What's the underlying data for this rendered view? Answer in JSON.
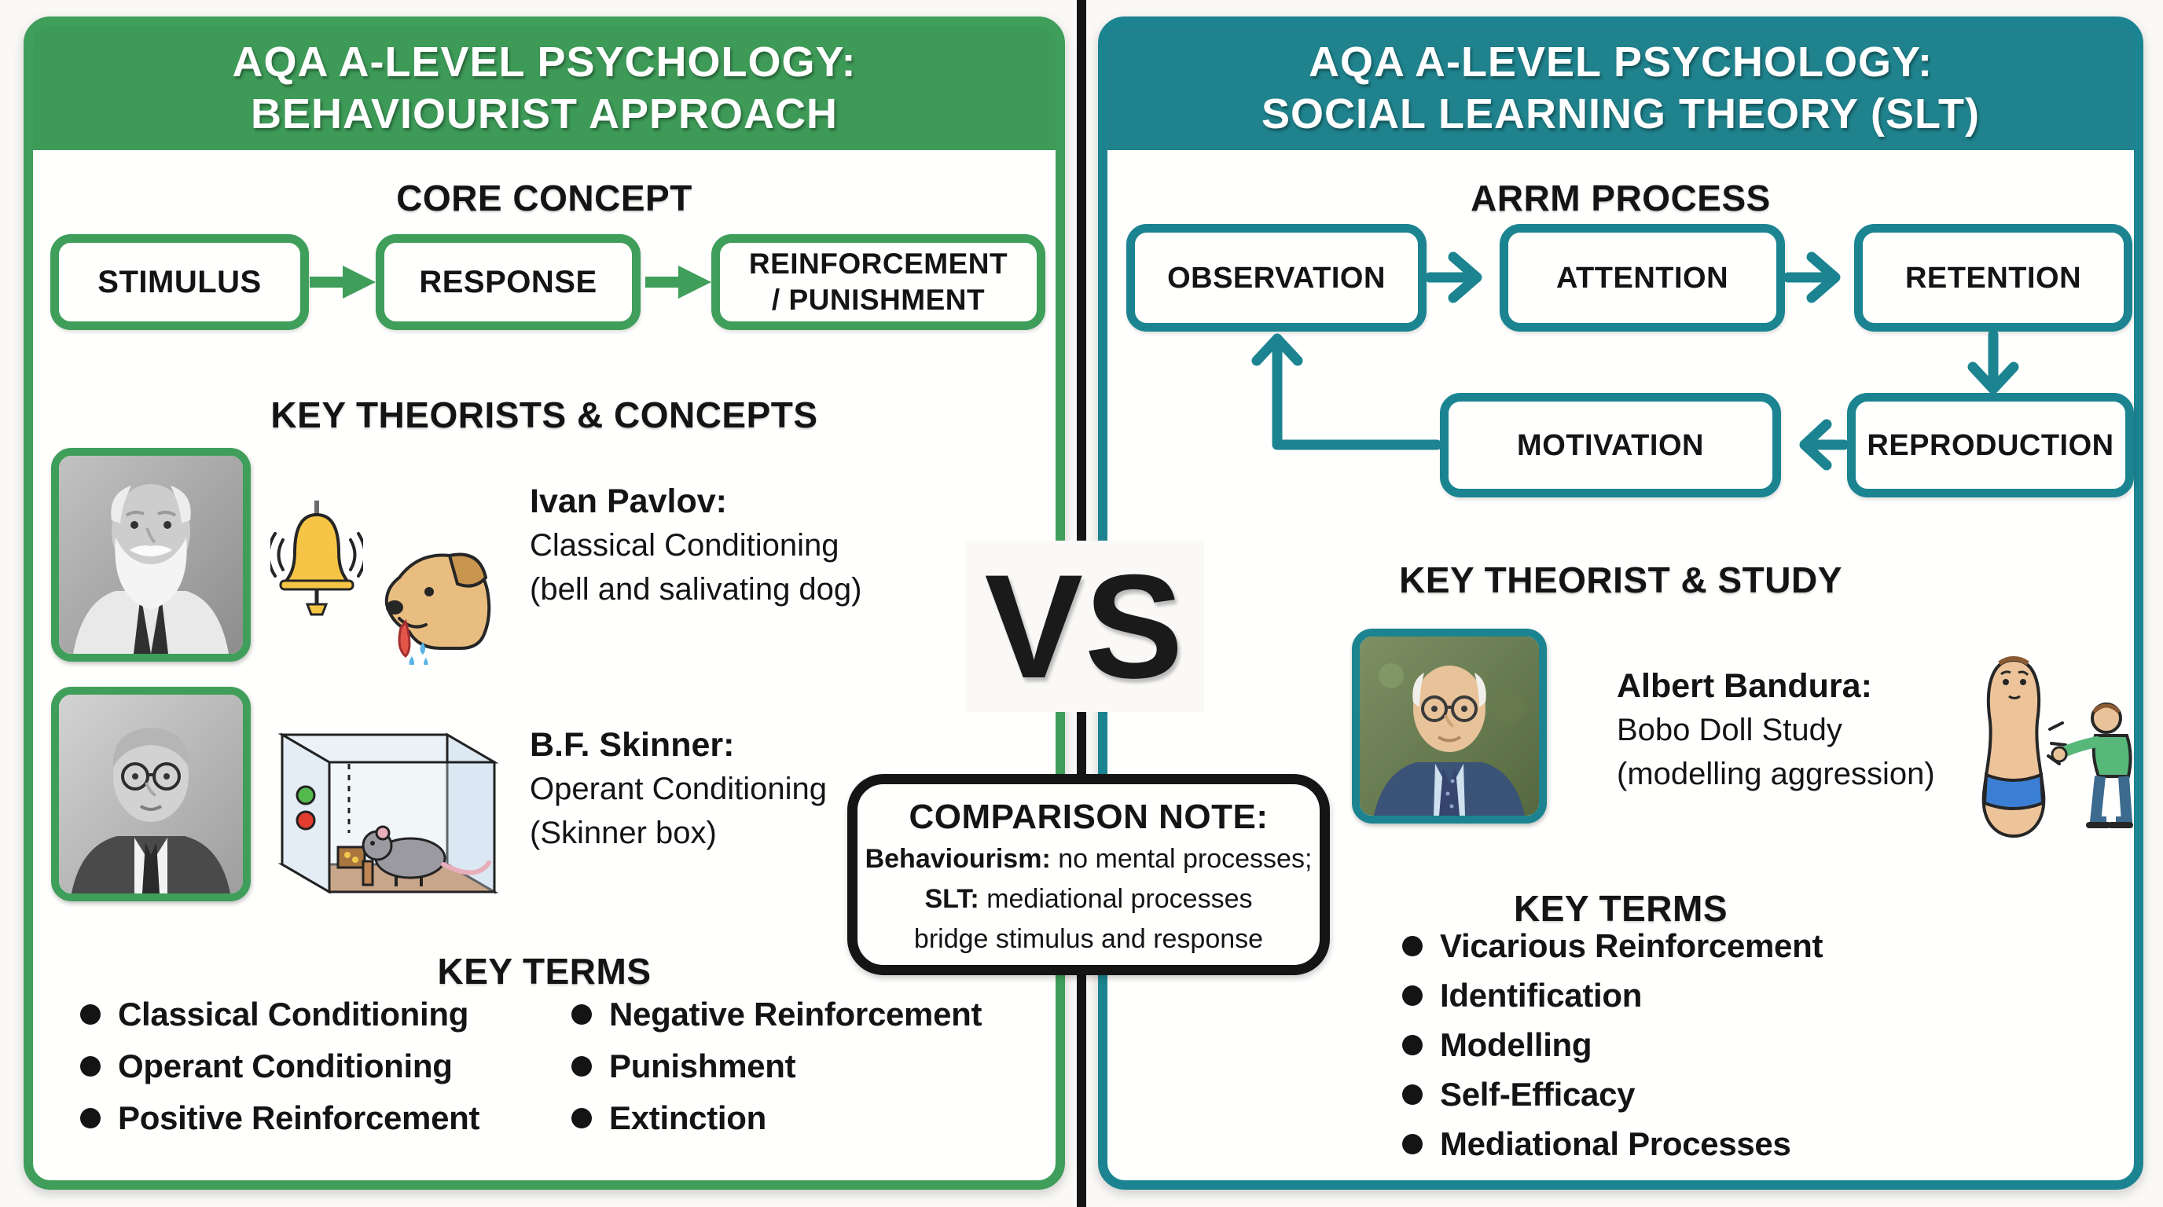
{
  "page": {
    "background": "#faf9f7",
    "divider_color": "#151515"
  },
  "left": {
    "accent": "#3f9e5a",
    "header_fill": "#3d9a57",
    "title_line1": "AQA A-LEVEL PSYCHOLOGY:",
    "title_line2": "BEHAVIOURIST APPROACH",
    "core_concept_heading": "CORE CONCEPT",
    "flow": [
      {
        "line1": "STIMULUS"
      },
      {
        "line1": "RESPONSE"
      },
      {
        "line1": "REINFORCEMENT",
        "line2": "/ PUNISHMENT"
      }
    ],
    "theorists_heading": "KEY THEORISTS & CONCEPTS",
    "pavlov": {
      "name": "Ivan Pavlov:",
      "desc1": "Classical Conditioning",
      "desc2": "(bell and salivating dog)"
    },
    "skinner": {
      "name": "B.F. Skinner:",
      "desc1": "Operant Conditioning",
      "desc2": "(Skinner box)"
    },
    "key_terms_heading": "KEY TERMS",
    "key_terms_col1": [
      "Classical Conditioning",
      "Operant Conditioning",
      "Positive Reinforcement"
    ],
    "key_terms_col2": [
      "Negative Reinforcement",
      "Punishment",
      "Extinction"
    ]
  },
  "right": {
    "accent": "#1b8490",
    "header_fill": "#1f828c",
    "title_line1": "AQA A-LEVEL PSYCHOLOGY:",
    "title_line2": "SOCIAL LEARNING THEORY (SLT)",
    "process_heading": "ARRM PROCESS",
    "process_boxes": [
      "OBSERVATION",
      "ATTENTION",
      "RETENTION",
      "MOTIVATION",
      "REPRODUCTION"
    ],
    "theorist_heading": "KEY THEORIST & STUDY",
    "bandura": {
      "name": "Albert Bandura:",
      "desc1": "Bobo Doll Study",
      "desc2": "(modelling aggression)"
    },
    "key_terms_heading": "KEY TERMS",
    "key_terms": [
      "Vicarious Reinforcement",
      "Identification",
      "Modelling",
      "Self-Efficacy",
      "Mediational Processes"
    ]
  },
  "center": {
    "vs": "VS",
    "note_heading": "COMPARISON NOTE:",
    "note_line1_bold": "Behaviourism:",
    "note_line1_rest": " no mental processes;",
    "note_line2_bold": "SLT:",
    "note_line2_rest": " mediational processes",
    "note_line3": "bridge stimulus and response"
  },
  "icons": {
    "bell": "bell-icon",
    "dog": "salivating-dog-icon",
    "skinner_box": "skinner-box-icon",
    "bobo_doll": "bobo-doll-icon",
    "portraits": [
      "pavlov-portrait",
      "skinner-portrait",
      "bandura-portrait"
    ]
  }
}
